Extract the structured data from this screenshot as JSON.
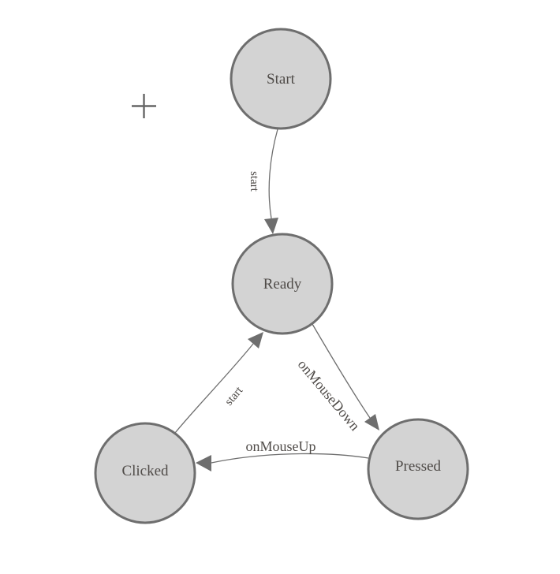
{
  "diagram": {
    "type": "state-machine-graph",
    "nodes": [
      {
        "id": "start",
        "label": "Start"
      },
      {
        "id": "ready",
        "label": "Ready"
      },
      {
        "id": "clicked",
        "label": "Clicked"
      },
      {
        "id": "pressed",
        "label": "Pressed"
      }
    ],
    "edges": [
      {
        "from": "start",
        "to": "ready",
        "label": "start"
      },
      {
        "from": "clicked",
        "to": "ready",
        "label": "start"
      },
      {
        "from": "ready",
        "to": "pressed",
        "label": "onMouseDown"
      },
      {
        "from": "pressed",
        "to": "clicked",
        "label": "onMouseUp"
      }
    ],
    "icons": {
      "crosshair": "plus-crosshair"
    },
    "colors": {
      "background": "#ffffff",
      "node_fill": "#d3d3d3",
      "node_stroke": "#6e6e6e",
      "edge_stroke": "#6e6e6e",
      "label_text": "#4f4b48",
      "crosshair": "#666666"
    }
  }
}
